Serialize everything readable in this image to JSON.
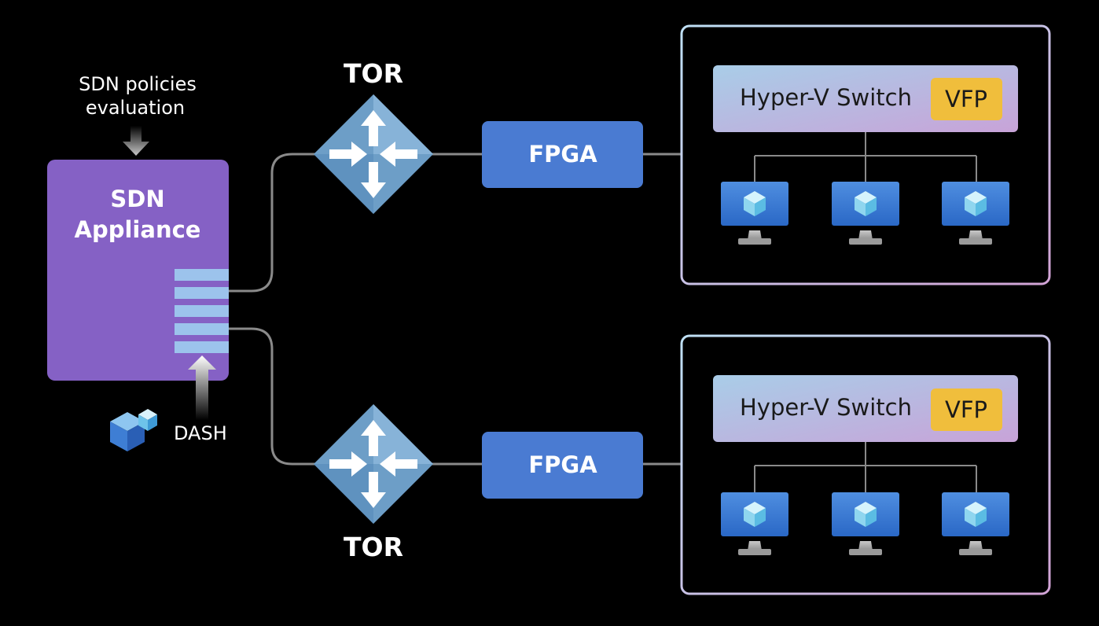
{
  "policy_note": {
    "line1": "SDN policies",
    "line2": "evaluation"
  },
  "appliance": {
    "line1": "SDN",
    "line2": "Appliance"
  },
  "dash_label": "DASH",
  "tor_label": "TOR",
  "fpga_label": "FPGA",
  "hosts": [
    {
      "switch_label": "Hyper-V Switch",
      "vfp_label": "VFP",
      "vm_count": 3
    },
    {
      "switch_label": "Hyper-V Switch",
      "vfp_label": "VFP",
      "vm_count": 3
    }
  ],
  "colors": {
    "background": "#000000",
    "appliance": "#8561c5",
    "port": "#9cc3ec",
    "fpga": "#4a7bd2",
    "vfp": "#f0be3c",
    "router": "#6d9ec7",
    "line": "#8a8a8a"
  }
}
